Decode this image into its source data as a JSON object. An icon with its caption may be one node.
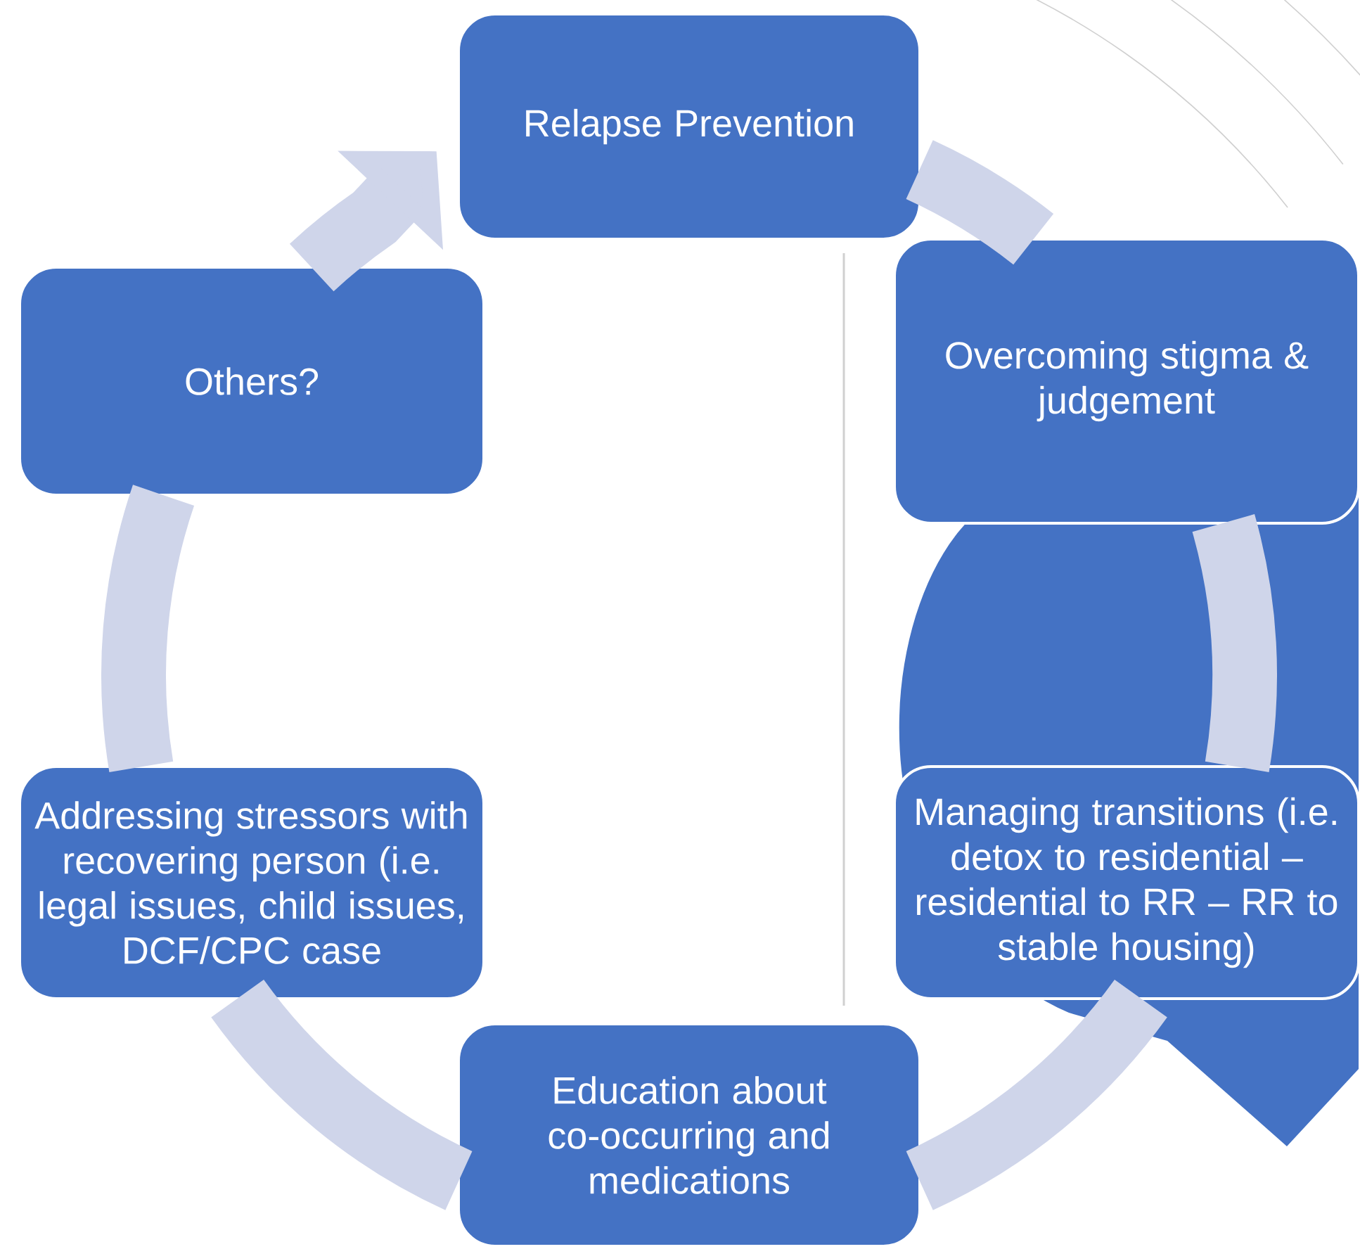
{
  "diagram": {
    "nodes": [
      {
        "text": [
          "Relapse Prevention"
        ]
      },
      {
        "text": [
          "Others?"
        ]
      },
      {
        "text": [
          "Overcoming stigma & judgement"
        ]
      },
      {
        "text": [
          "Addressing stressors with recovering person (i.e. legal issues, child issues, DCF/CPC case"
        ]
      },
      {
        "text": [
          "Managing transitions (i.e. detox to residential – residential to RR – RR to stable housing)"
        ]
      },
      {
        "text": [
          "Education about co-occurring and medications"
        ]
      }
    ],
    "edges": [
      {
        "from": 0,
        "to": 2,
        "arrow": "none"
      },
      {
        "from": 2,
        "to": 4,
        "arrow": "none"
      },
      {
        "from": 4,
        "to": 5,
        "arrow": "none"
      },
      {
        "from": 5,
        "to": 3,
        "arrow": "none"
      },
      {
        "from": 3,
        "to": 1,
        "arrow": "none"
      },
      {
        "from": 1,
        "to": 0,
        "arrow": "to"
      }
    ]
  }
}
